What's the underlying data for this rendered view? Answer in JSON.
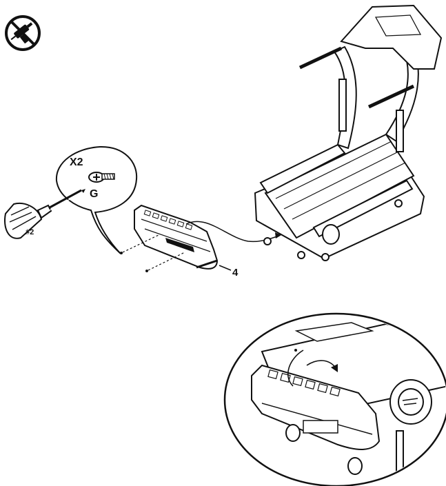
{
  "callout": {
    "quantity": "X2",
    "part_letter": "G",
    "tool_size": "#2"
  },
  "step": {
    "part_number": "4"
  },
  "icons": {
    "no_power_drill": "no-power-drill-icon",
    "screwdriver": "phillips-screwdriver-icon",
    "screw": "screw-icon"
  },
  "colors": {
    "ink": "#111111",
    "paper": "#ffffff",
    "prohibit": "#111111"
  }
}
